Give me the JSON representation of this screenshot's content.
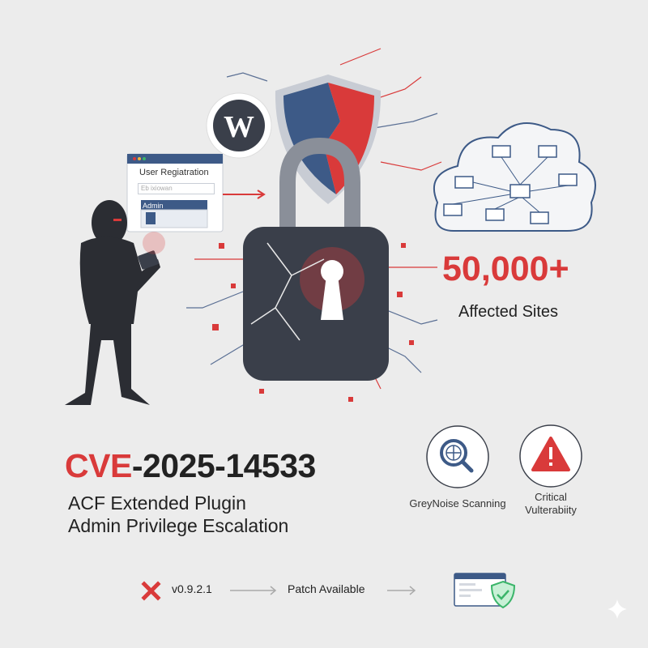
{
  "headline": {
    "cve_prefix": "CVE",
    "cve_rest": "-2025-14533",
    "line1": "ACF Extended Plugin",
    "line2": "Admin Privilege Escalation"
  },
  "stats": {
    "count": "50,000+",
    "label": "Affected Sites"
  },
  "badges": [
    {
      "icon": "globe-search-icon",
      "label": "GreyNoise Scanning"
    },
    {
      "icon": "warning-icon",
      "label_line1": "Critical",
      "label_line2": "Vulterabiity"
    }
  ],
  "registration_window": {
    "title": "User Regiatration",
    "input_value": "Eb ixiowan",
    "role_label": "Admin"
  },
  "timeline": {
    "version": "v0.9.2.1",
    "status": "Patch Available"
  },
  "colors": {
    "accent": "#d93a3a",
    "navy": "#3d5a87",
    "dark": "#3a3f4a",
    "success": "#3bb56a",
    "background": "#ececec"
  }
}
